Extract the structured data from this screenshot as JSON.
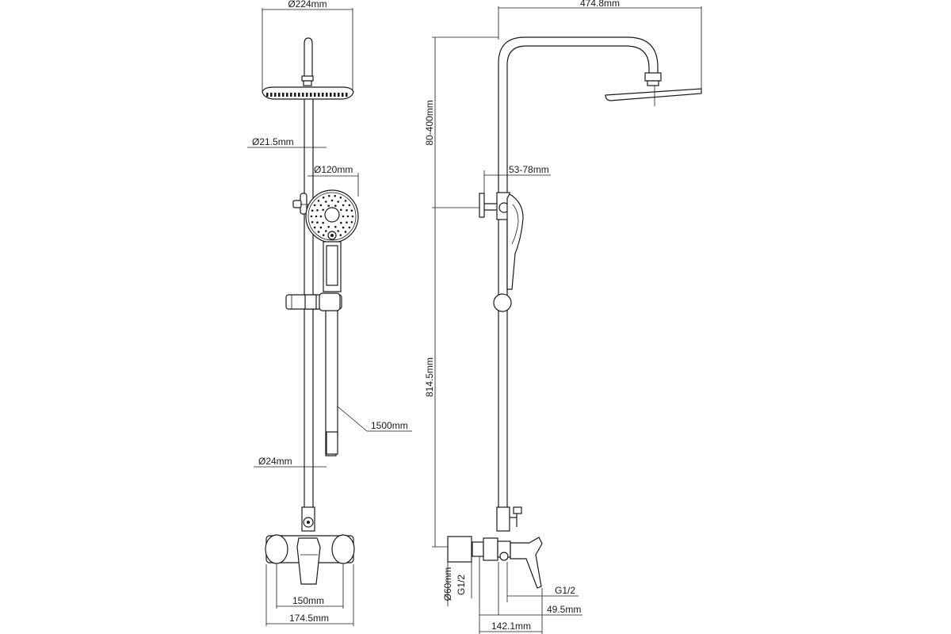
{
  "dimensions": {
    "head_diameter": "Ø224mm",
    "arm_length": "474.8mm",
    "tube_upper_diameter": "Ø21.5mm",
    "hand_shower_diameter": "Ø120mm",
    "height_adjust": "80-400mm",
    "wall_distance": "53-78mm",
    "hose_length": "1500mm",
    "tube_lower_diameter": "Ø24mm",
    "rail_height": "814.5mm",
    "escutcheon_diameter": "Ø60mm",
    "inlet_thread_left": "G1/2",
    "outlet_thread": "G1/2",
    "inlet_depth": "49.5mm",
    "wall_to_axis": "142.1mm",
    "centers_width": "150mm",
    "overall_width": "174.5mm"
  }
}
